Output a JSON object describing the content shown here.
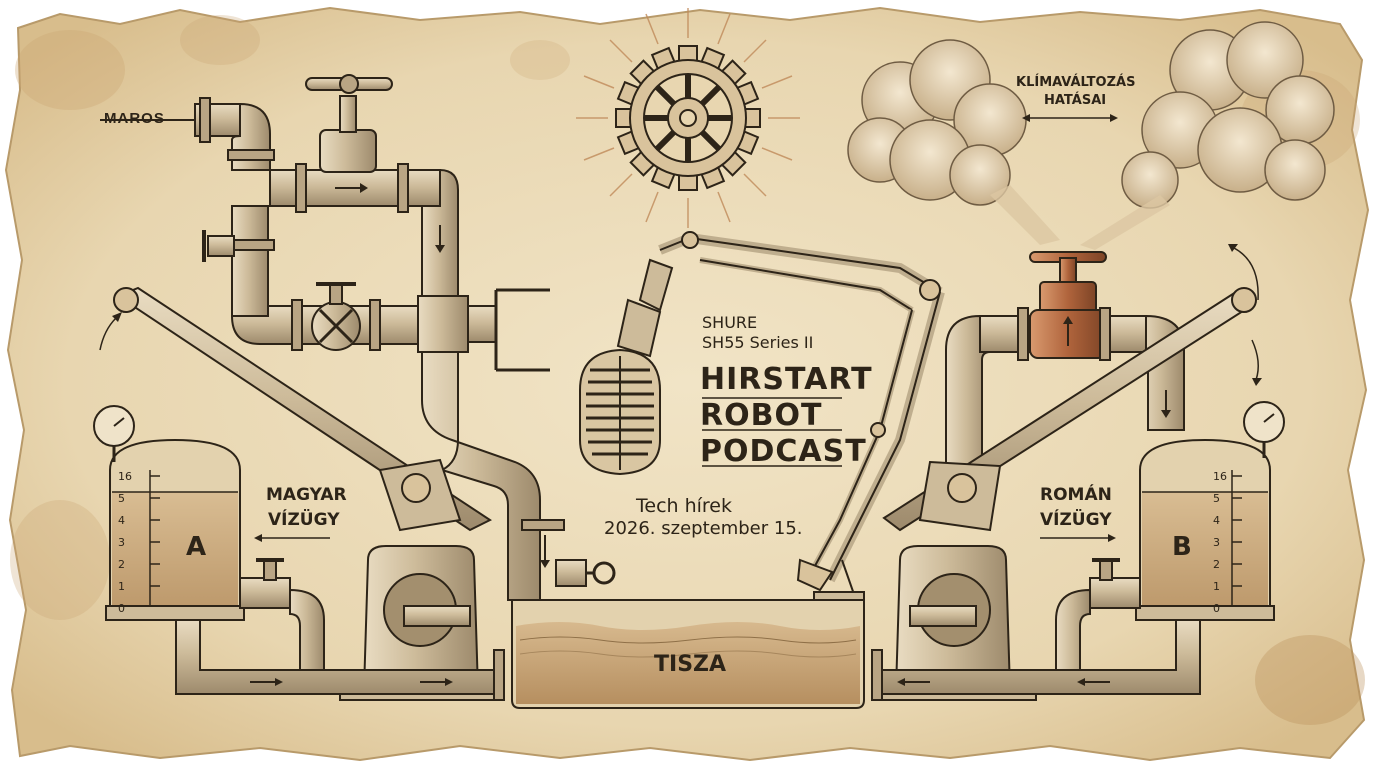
{
  "labels": {
    "maros": "MAROS",
    "climate_line1": "KLÍMAVÁLTOZÁS",
    "climate_line2": "HATÁSAI",
    "mic_brand": "SHURE",
    "mic_model": "SH55 Series II",
    "title_line1": "HIRSTART",
    "title_line2": "ROBOT",
    "title_line3": "PODCAST",
    "subtitle": "Tech hírek",
    "date": "2026. szeptember 15.",
    "left_authority_line1": "MAGYAR",
    "left_authority_line2": "VÍZÜGY",
    "right_authority_line1": "ROMÁN",
    "right_authority_line2": "VÍZÜGY",
    "tank_a": "A",
    "tank_b": "B",
    "river": "TISZA"
  },
  "tank_scale": [
    "16",
    "5",
    "4",
    "3",
    "2",
    "1",
    "0"
  ],
  "colors": {
    "paper": "#ecdcbb",
    "ink": "#2d2418",
    "water": "#c9a77c",
    "copper": "#b0643c",
    "smoke": "#d9c7a8"
  }
}
